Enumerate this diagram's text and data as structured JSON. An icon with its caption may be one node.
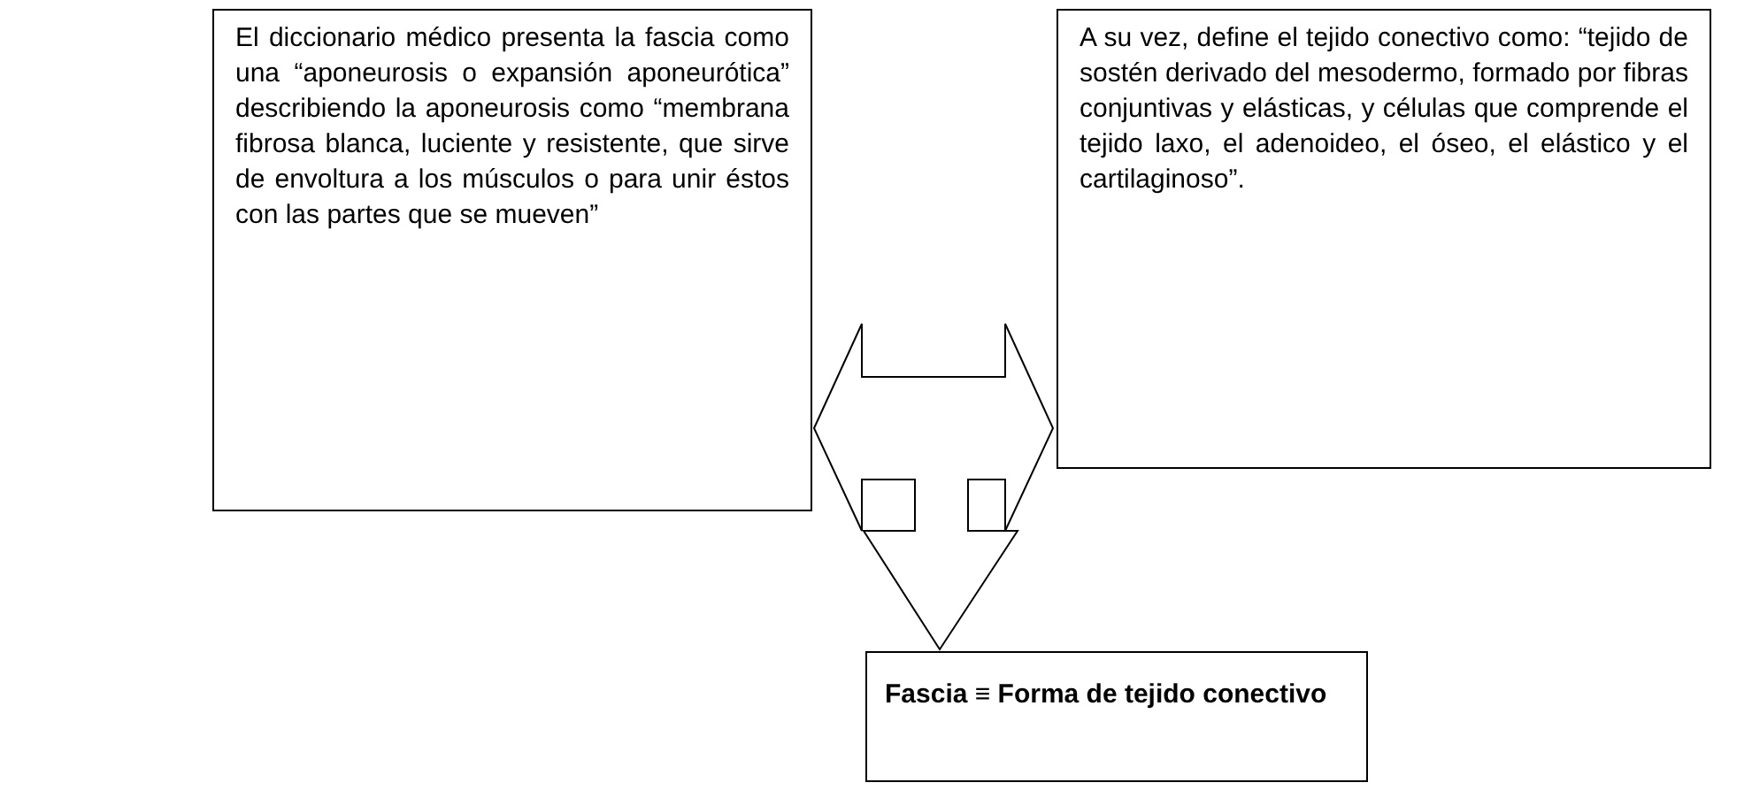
{
  "diagram": {
    "nodes": [
      {
        "text": [
          "El diccionario médico presenta la fascia como una “aponeurosis o expansión aponeurótica” describiendo la aponeurosis como “membrana fibrosa blanca, luciente y resistente, que sirve de envoltura a los músculos o para unir éstos con las partes que se mueven”"
        ]
      },
      {
        "text": [
          "A su vez, define el tejido conectivo como: “tejido de sostén derivado del mesodermo, formado por fibras conjuntivas y elásticas, y células que comprende el tejido laxo, el adenoideo, el óseo, el elástico y el cartilaginoso”."
        ]
      },
      {
        "text": [
          "Fascia ≡ Forma de tejido conectivo"
        ]
      }
    ],
    "edges": [
      {
        "from": 0,
        "to": 1,
        "arrow": "both"
      },
      {
        "from": 0,
        "to": 2,
        "arrow": "to"
      },
      {
        "from": 1,
        "to": 2,
        "arrow": "to"
      }
    ]
  }
}
